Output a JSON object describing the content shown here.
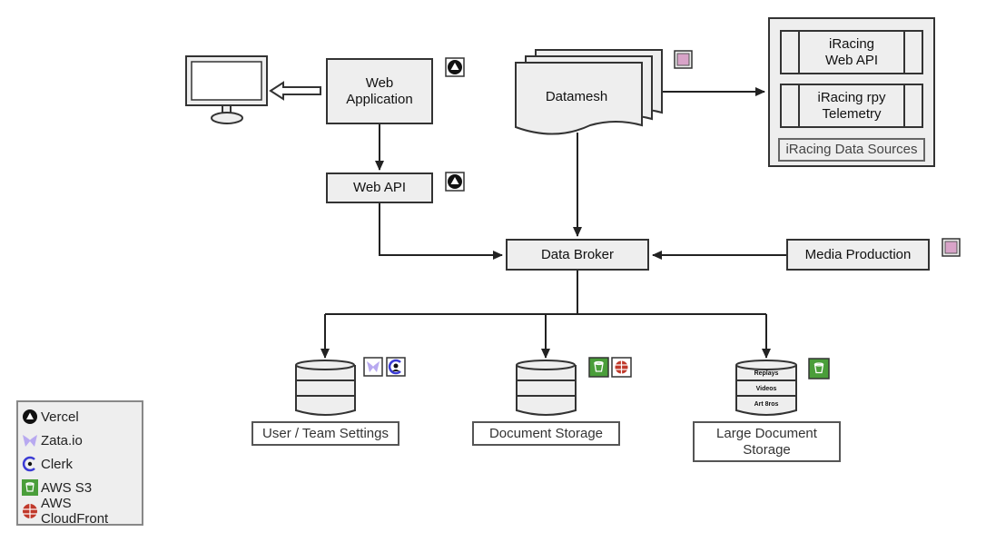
{
  "nodes": {
    "web_app": {
      "line1": "Web",
      "line2": "Application"
    },
    "web_api": "Web API",
    "datamesh": "Datamesh",
    "data_broker": "Data Broker",
    "media_production": "Media Production",
    "iracing_web_api": {
      "line1": "iRacing",
      "line2": "Web API"
    },
    "iracing_rpy": {
      "line1": "iRacing rpy",
      "line2": "Telemetry"
    },
    "iracing_sources": "iRacing Data Sources",
    "user_team_settings": "User / Team Settings",
    "document_storage": "Document Storage",
    "large_document_storage": {
      "line1": "Large Document",
      "line2": "Storage"
    },
    "large_db_rows": [
      "Replays",
      "Videos",
      "Art 8ros"
    ]
  },
  "legend": {
    "vercel": "Vercel",
    "zata": "Zata.io",
    "clerk": "Clerk",
    "aws_s3": "AWS S3",
    "aws_cloudfront": "AWS CloudFront"
  },
  "colors": {
    "box_fill": "#eeeeee",
    "border": "#333333",
    "s3_green": "#4a9e3a",
    "cloudfront_red": "#c0392b",
    "zata_purple": "#b8a9f0",
    "clerk_blue": "#3b3bd4",
    "pink_square": "#d8a3c8"
  }
}
